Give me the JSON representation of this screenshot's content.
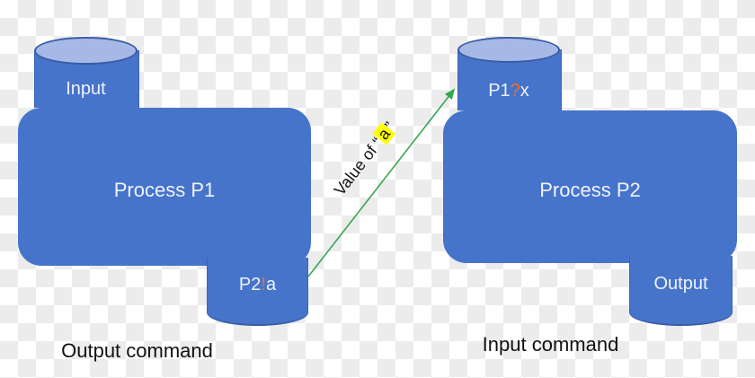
{
  "diagram": {
    "title_hint": "interprocess message passing diagram",
    "colors": {
      "shape_blue": "#4674CA",
      "cylinder_top_fill": "#A6B9E6",
      "cylinder_top_stroke": "#3A5BA5",
      "arrow_green": "#34A853",
      "operator_orange": "#E8702E",
      "highlight_yellow": "#FFFF00",
      "caption_black": "#111111",
      "shape_text": "#EFF3FC",
      "checker_light": "#FFFFFF",
      "checker_dark": "#ECECEC"
    },
    "p1": {
      "input_label": "Input",
      "process_label": "Process P1",
      "port_prefix": "P2",
      "port_operator": "!",
      "port_var": "a",
      "caption": "Output command"
    },
    "p2": {
      "port_prefix": "P1",
      "port_operator": "?",
      "port_var": "x",
      "process_label": "Process P2",
      "output_label": "Output",
      "caption": "Input command"
    },
    "arrow": {
      "label_prefix": "Value of “",
      "label_highlight": "a",
      "label_suffix": "”"
    }
  }
}
